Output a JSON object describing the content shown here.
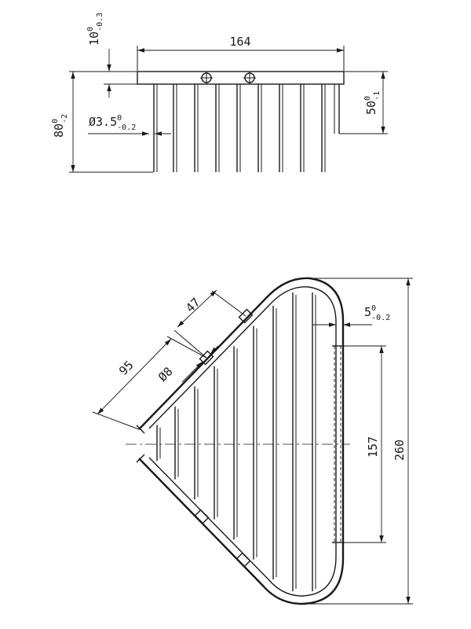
{
  "dimensions": {
    "top_thickness": {
      "base": "10",
      "sup": "0",
      "sub": "-0.3"
    },
    "top_width": {
      "base": "164"
    },
    "side_height": {
      "base": "50",
      "sup": "0",
      "sub": "-1"
    },
    "total_height": {
      "base": "80",
      "sup": "0",
      "sub": "-2"
    },
    "rod_diameter": {
      "base": "Ø3.5",
      "sup": "0",
      "sub": "-0.2"
    },
    "length_47": {
      "base": "47"
    },
    "length_95": {
      "base": "95"
    },
    "hole_diameter": {
      "base": "Ø8"
    },
    "rail_offset": {
      "base": "5",
      "sup": "0",
      "sub": "-0.2"
    },
    "span_157": {
      "base": "157"
    },
    "overall_260": {
      "base": "260"
    }
  }
}
